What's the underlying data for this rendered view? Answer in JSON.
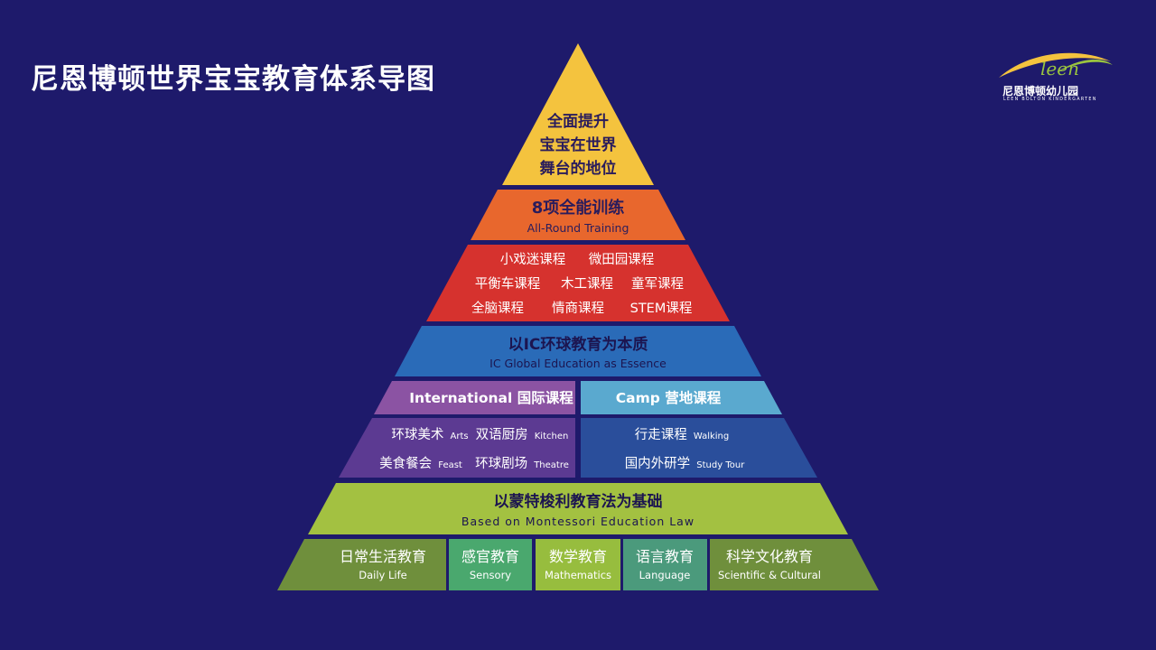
{
  "title": "尼恩博顿世界宝宝教育体系导图",
  "logo": {
    "mark": "leen",
    "name_cn": "尼恩博顿幼儿园",
    "name_en": "LEEN BOLTON KINDERGARTEN"
  },
  "pyramid": {
    "apex": {
      "lines": [
        "全面提升",
        "宝宝在世界",
        "舞台的地位"
      ],
      "color": "#f4c33e"
    },
    "training": {
      "title": "8项全能训练",
      "subtitle": "All-Round Training",
      "color": "#e8672d"
    },
    "courses": {
      "rows": [
        [
          "小戏迷课程",
          "微田园课程"
        ],
        [
          "平衡车课程",
          "木工课程",
          "童军课程"
        ],
        [
          "全脑课程",
          "情商课程",
          "STEM课程"
        ]
      ],
      "color": "#d6322e"
    },
    "ic": {
      "title": "以IC环球教育为本质",
      "subtitle": "IC Global Education as Essence",
      "color": "#2a6bb8"
    },
    "international": {
      "header": "International 国际课程",
      "header_color": "#8b53a3",
      "body_color": "#5c3a92",
      "items": [
        {
          "cn": "环球美术",
          "en": "Arts"
        },
        {
          "cn": "双语厨房",
          "en": "Kitchen"
        },
        {
          "cn": "美食餐会",
          "en": "Feast"
        },
        {
          "cn": "环球剧场",
          "en": "Theatre"
        }
      ]
    },
    "camp": {
      "header": "Camp 营地课程",
      "header_color": "#5aa9cf",
      "body_color": "#2a4e9b",
      "items": [
        {
          "cn": "行走课程",
          "en": "Walking"
        },
        {
          "cn": "国内外研学",
          "en": "Study Tour"
        }
      ]
    },
    "montessori": {
      "title": "以蒙特梭利教育法为基础",
      "subtitle": "Based on Montessori Education Law",
      "color": "#a3c141"
    },
    "bases": [
      {
        "cn": "日常生活教育",
        "en": "Daily Life",
        "color": "#6f8f3c"
      },
      {
        "cn": "感官教育",
        "en": "Sensory",
        "color": "#4aa86e"
      },
      {
        "cn": "数学教育",
        "en": "Mathematics",
        "color": "#97bd3e"
      },
      {
        "cn": "语言教育",
        "en": "Language",
        "color": "#4b9a7c"
      },
      {
        "cn": "科学文化教育",
        "en": "Scientific & Cultural",
        "color": "#6f8f3c"
      }
    ]
  }
}
